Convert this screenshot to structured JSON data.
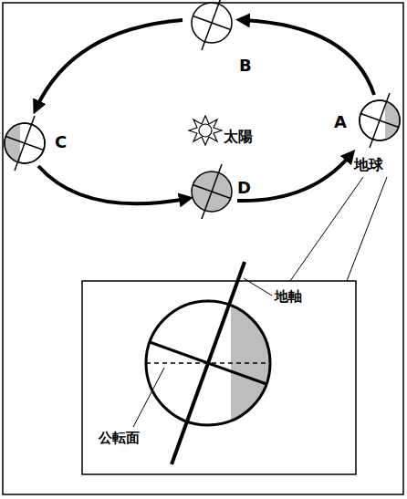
{
  "diagram": {
    "labels": [
      "B",
      "C",
      "太陽",
      "A",
      "D",
      "地球",
      "地軸",
      "公転面"
    ]
  }
}
